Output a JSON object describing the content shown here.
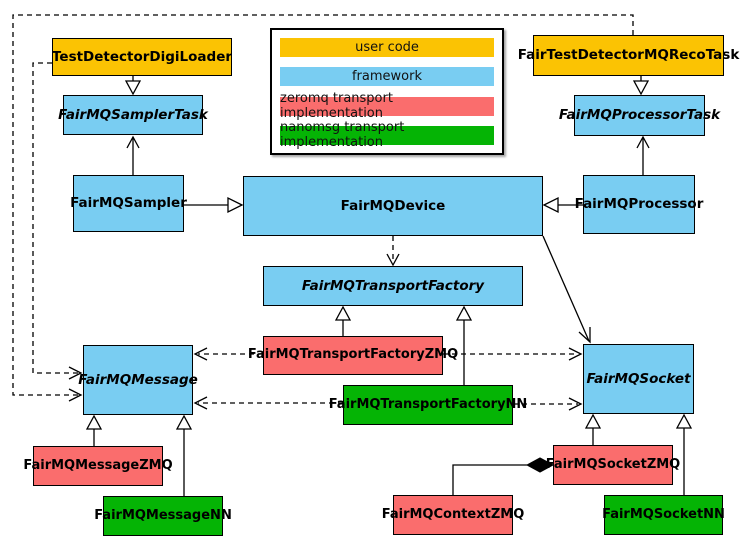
{
  "legend": {
    "items": [
      {
        "label": "user code",
        "color": "#FBC303"
      },
      {
        "label": "framework",
        "color": "#79CDF2"
      },
      {
        "label": "zeromq transport implementation",
        "color": "#FA6D6D"
      },
      {
        "label": "nanomsg transport implementation",
        "color": "#05B405"
      }
    ]
  },
  "colors": {
    "user_code": "#FBC303",
    "framework": "#79CDF2",
    "zeromq": "#FA6D6D",
    "nanomsg": "#05B405",
    "line": "#000000",
    "background": "#FFFFFF"
  },
  "nodes": {
    "testDetectorDigiLoader": {
      "label": "TestDetectorDigiLoader",
      "category": "user code",
      "abstract": false
    },
    "fairTestDetectorMQRecoTask": {
      "label": "FairTestDetectorMQRecoTask",
      "category": "user code",
      "abstract": false
    },
    "fairMQSamplerTask": {
      "label": "FairMQSamplerTask",
      "category": "framework",
      "abstract": true
    },
    "fairMQProcessorTask": {
      "label": "FairMQProcessorTask",
      "category": "framework",
      "abstract": true
    },
    "fairMQSampler": {
      "label": "FairMQSampler",
      "category": "framework",
      "abstract": false
    },
    "fairMQDevice": {
      "label": "FairMQDevice",
      "category": "framework",
      "abstract": false
    },
    "fairMQProcessor": {
      "label": "FairMQProcessor",
      "category": "framework",
      "abstract": false
    },
    "fairMQTransportFactory": {
      "label": "FairMQTransportFactory",
      "category": "framework",
      "abstract": true
    },
    "fairMQTransportFactoryZMQ": {
      "label": "FairMQTransportFactoryZMQ",
      "category": "zeromq",
      "abstract": false
    },
    "fairMQTransportFactoryNN": {
      "label": "FairMQTransportFactoryNN",
      "category": "nanomsg",
      "abstract": false
    },
    "fairMQMessage": {
      "label": "FairMQMessage",
      "category": "framework",
      "abstract": true
    },
    "fairMQSocket": {
      "label": "FairMQSocket",
      "category": "framework",
      "abstract": true
    },
    "fairMQMessageZMQ": {
      "label": "FairMQMessageZMQ",
      "category": "zeromq",
      "abstract": false
    },
    "fairMQMessageNN": {
      "label": "FairMQMessageNN",
      "category": "nanomsg",
      "abstract": false
    },
    "fairMQSocketZMQ": {
      "label": "FairMQSocketZMQ",
      "category": "zeromq",
      "abstract": false
    },
    "fairMQSocketNN": {
      "label": "FairMQSocketNN",
      "category": "nanomsg",
      "abstract": false
    },
    "fairMQContextZMQ": {
      "label": "FairMQContextZMQ",
      "category": "zeromq",
      "abstract": false
    }
  },
  "edges": [
    {
      "from": "TestDetectorDigiLoader",
      "to": "FairMQSamplerTask",
      "type": "inheritance"
    },
    {
      "from": "FairTestDetectorMQRecoTask",
      "to": "FairMQProcessorTask",
      "type": "inheritance"
    },
    {
      "from": "FairMQSampler",
      "to": "FairMQSamplerTask",
      "type": "association"
    },
    {
      "from": "FairMQProcessor",
      "to": "FairMQProcessorTask",
      "type": "association"
    },
    {
      "from": "FairMQSampler",
      "to": "FairMQDevice",
      "type": "inheritance"
    },
    {
      "from": "FairMQProcessor",
      "to": "FairMQDevice",
      "type": "inheritance"
    },
    {
      "from": "FairMQDevice",
      "to": "FairMQTransportFactory",
      "type": "dependency"
    },
    {
      "from": "FairMQDevice",
      "to": "FairMQSocket",
      "type": "association"
    },
    {
      "from": "FairMQTransportFactoryZMQ",
      "to": "FairMQTransportFactory",
      "type": "inheritance"
    },
    {
      "from": "FairMQTransportFactoryNN",
      "to": "FairMQTransportFactory",
      "type": "inheritance"
    },
    {
      "from": "FairMQTransportFactoryZMQ",
      "to": "FairMQMessage",
      "type": "dependency"
    },
    {
      "from": "FairMQTransportFactoryZMQ",
      "to": "FairMQSocket",
      "type": "dependency"
    },
    {
      "from": "FairMQTransportFactoryNN",
      "to": "FairMQMessage",
      "type": "dependency"
    },
    {
      "from": "FairMQTransportFactoryNN",
      "to": "FairMQSocket",
      "type": "dependency"
    },
    {
      "from": "TestDetectorDigiLoader",
      "to": "FairMQMessage",
      "type": "dependency"
    },
    {
      "from": "FairTestDetectorMQRecoTask",
      "to": "FairMQMessage",
      "type": "dependency"
    },
    {
      "from": "FairMQMessageZMQ",
      "to": "FairMQMessage",
      "type": "inheritance"
    },
    {
      "from": "FairMQMessageNN",
      "to": "FairMQMessage",
      "type": "inheritance"
    },
    {
      "from": "FairMQSocketZMQ",
      "to": "FairMQSocket",
      "type": "inheritance"
    },
    {
      "from": "FairMQSocketNN",
      "to": "FairMQSocket",
      "type": "inheritance"
    },
    {
      "from": "FairMQContextZMQ",
      "to": "FairMQSocketZMQ",
      "type": "composition"
    }
  ]
}
